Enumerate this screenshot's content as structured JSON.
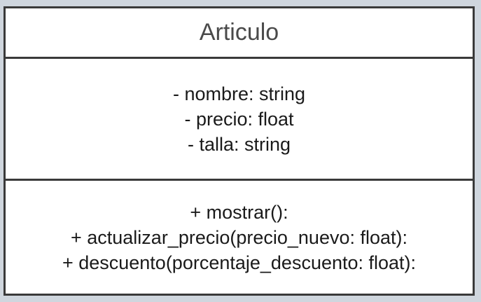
{
  "class_box": {
    "name": "Articulo",
    "attributes": [
      "- nombre: string",
      "- precio: float",
      "- talla: string"
    ],
    "methods": [
      "+ mostrar():",
      "+ actualizar_precio(precio_nuevo: float):",
      "+ descuento(porcentaje_descuento: float):"
    ]
  },
  "colors": {
    "background": "#cfd6de",
    "box_fill": "#ffffff",
    "border": "#3a3a3a"
  }
}
